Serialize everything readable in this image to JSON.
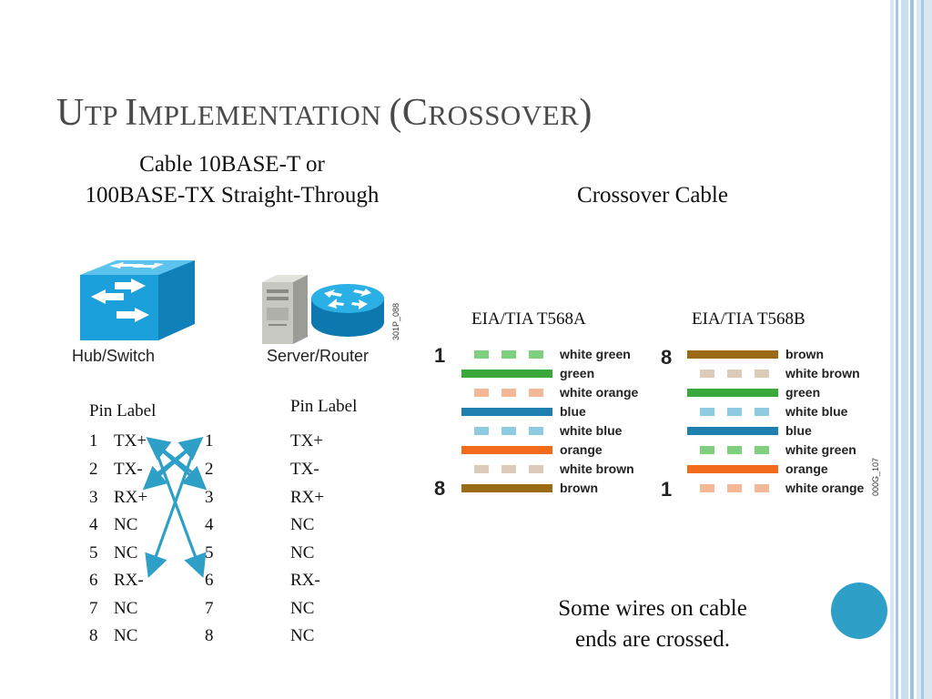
{
  "slide": {
    "title_parts": [
      "U",
      "TP ",
      "I",
      "MPLEMENTATION ",
      "(C",
      "ROSSOVER",
      ")"
    ],
    "left_heading": [
      "Cable 10BASE-T or",
      "100BASE-TX Straight-Through"
    ],
    "right_heading": "Crossover Cable",
    "hub_label": "Hub/Switch",
    "router_label": "Server/Router",
    "router_code": "301P_088",
    "pin_label_left": "Pin Label",
    "pin_label_right": "Pin Label",
    "pins_left": [
      {
        "num": "1",
        "label": "TX+"
      },
      {
        "num": "2",
        "label": "TX-"
      },
      {
        "num": "3",
        "label": "RX+"
      },
      {
        "num": "4",
        "label": "NC"
      },
      {
        "num": "5",
        "label": "NC"
      },
      {
        "num": "6",
        "label": "RX-"
      },
      {
        "num": "7",
        "label": "NC"
      },
      {
        "num": "8",
        "label": "NC"
      }
    ],
    "pins_right": [
      {
        "num": "1",
        "label": "TX+"
      },
      {
        "num": "2",
        "label": "TX-"
      },
      {
        "num": "3",
        "label": "RX+"
      },
      {
        "num": "4",
        "label": "NC"
      },
      {
        "num": "5",
        "label": "NC"
      },
      {
        "num": "6",
        "label": "RX-"
      },
      {
        "num": "7",
        "label": "NC"
      },
      {
        "num": "8",
        "label": "NC"
      }
    ],
    "t568a": {
      "title": "EIA/TIA T568A",
      "top_pin": "1",
      "bottom_pin": "8",
      "wires": [
        {
          "name": "white green",
          "color": "#7ed07e",
          "striped": true
        },
        {
          "name": "green",
          "color": "#3aa83a",
          "striped": false
        },
        {
          "name": "white orange",
          "color": "#f5b896",
          "striped": true
        },
        {
          "name": "blue",
          "color": "#1f7fae",
          "striped": false
        },
        {
          "name": "white blue",
          "color": "#8fcbe0",
          "striped": true
        },
        {
          "name": "orange",
          "color": "#f26a1b",
          "striped": false
        },
        {
          "name": "white brown",
          "color": "#dccbb8",
          "striped": true
        },
        {
          "name": "brown",
          "color": "#9a6a14",
          "striped": false
        }
      ]
    },
    "t568b": {
      "title": "EIA/TIA T568B",
      "top_pin": "8",
      "bottom_pin": "1",
      "wires": [
        {
          "name": "brown",
          "color": "#9a6a14",
          "striped": false
        },
        {
          "name": "white brown",
          "color": "#dccbb8",
          "striped": true
        },
        {
          "name": "green",
          "color": "#3aa83a",
          "striped": false
        },
        {
          "name": "white blue",
          "color": "#8fcbe0",
          "striped": true
        },
        {
          "name": "blue",
          "color": "#1f7fae",
          "striped": false
        },
        {
          "name": "white green",
          "color": "#7ed07e",
          "striped": true
        },
        {
          "name": "orange",
          "color": "#f26a1b",
          "striped": false
        },
        {
          "name": "white orange",
          "color": "#f5b896",
          "striped": true
        }
      ]
    },
    "diagram_code": "000G_107",
    "note": [
      "Some wires on cable",
      "ends are crossed."
    ],
    "colors": {
      "accent": "#2e9fc6",
      "title": "#4a4a4a",
      "stripe_light": "#c9dfee",
      "stripe_mid": "#9cc3df"
    }
  }
}
